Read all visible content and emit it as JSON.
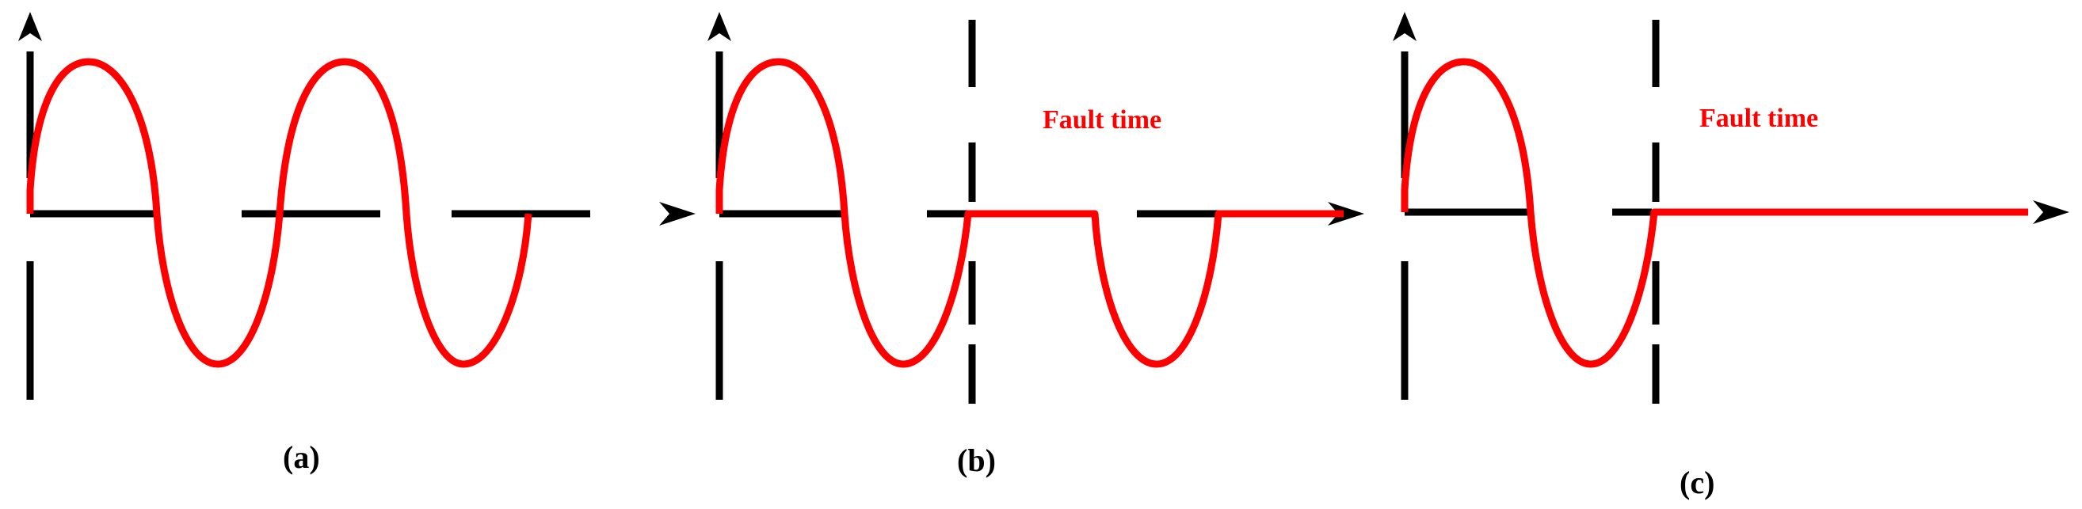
{
  "panels": [
    {
      "id": "a",
      "label": "(a)",
      "fault_label": ""
    },
    {
      "id": "b",
      "label": "(b)",
      "fault_label": "Fault time"
    },
    {
      "id": "c",
      "label": "(c)",
      "fault_label": "Fault time"
    }
  ],
  "colors": {
    "waveform": "#ff0000",
    "axes": "#000000",
    "fault_text": "#ff0000",
    "background": "#ffffff"
  }
}
